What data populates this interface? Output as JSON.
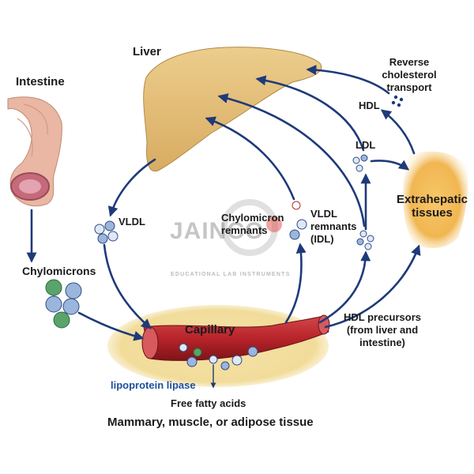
{
  "labels": {
    "liver": "Liver",
    "intestine": "Intestine",
    "reverse_transport": "Reverse\ncholesterol\ntransport",
    "hdl": "HDL",
    "ldl": "LDL",
    "extrahepatic": "Extrahepatic\ntissues",
    "vldl": "VLDL",
    "chylomicron_remnants": "Chylomicron\nremnants",
    "vldl_remnants": "VLDL\nremnants\n(IDL)",
    "chylomicrons": "Chylomicrons",
    "capillary": "Capillary",
    "hdl_precursors": "HDL precursors\n(from liver and\nintestine)",
    "lipoprotein_lipase": "lipoprotein lipase",
    "free_fatty_acids": "Free fatty acids",
    "tissue": "Mammary, muscle, or adipose tissue"
  },
  "watermark": {
    "brand": "JAINCO",
    "tagline": "EDUCATIONAL LAB INSTRUMENTS"
  },
  "colors": {
    "arrow": "#1e3a7a",
    "liver": "#e6c27a",
    "liver_edge": "#b08a48",
    "intestine": "#e9b7a3",
    "capillary": "#b8242a",
    "tissue_halo": "#f2dc9a",
    "extrahepatic": "#f1b652",
    "lipase_text": "#1d4e9c"
  }
}
